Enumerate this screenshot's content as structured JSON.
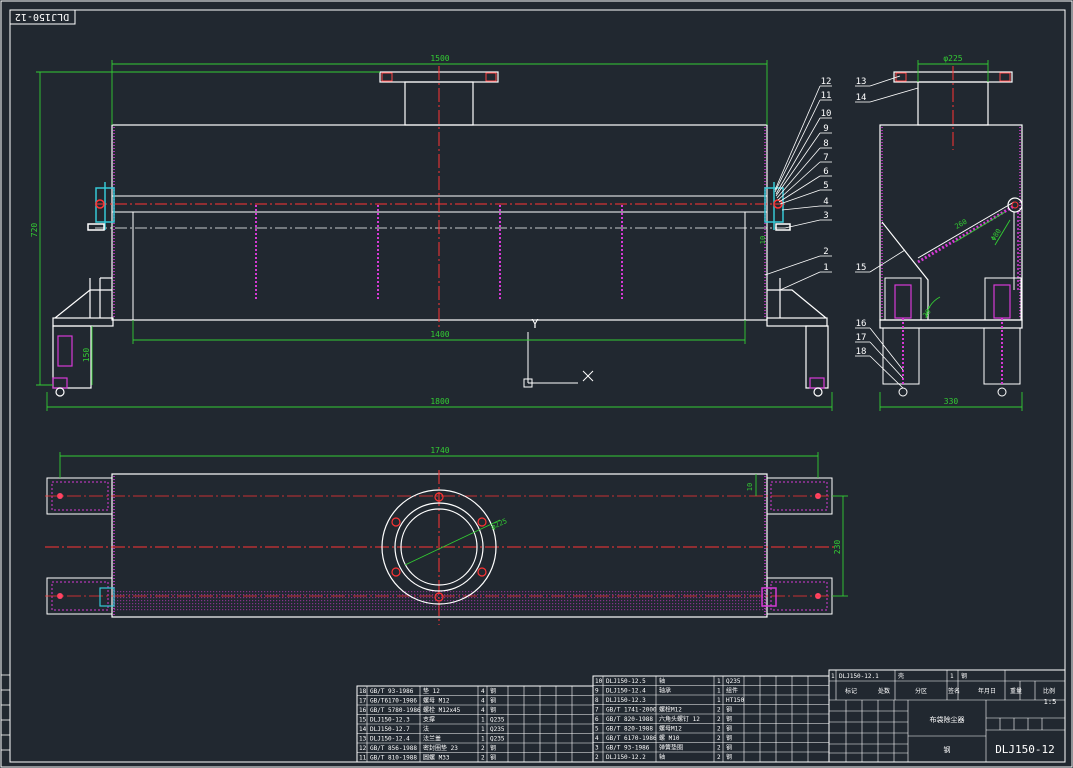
{
  "drawing": {
    "number": "DLJ150-12",
    "number_rotated": "DLJ150-12",
    "scale": "1:5"
  },
  "front_view": {
    "dim_overall_length": "1500",
    "dim_height": "720",
    "dim_inner_length": "1400",
    "dim_base_length": "1800",
    "dim_leg_height": "150",
    "dim_small": "10",
    "axis_y": "Y",
    "axis_x": "X",
    "balloons": [
      "12",
      "11",
      "10",
      "9",
      "8",
      "7",
      "6",
      "5",
      "4",
      "3",
      "2",
      "1"
    ]
  },
  "side_view": {
    "dim_flange": "φ225",
    "dim_width": "330",
    "dim_rod": "260",
    "dim_rod2": "Φ80",
    "dim_angle": "30°",
    "balloons_left": [
      "13",
      "14",
      "15",
      "16",
      "17",
      "18"
    ]
  },
  "top_view": {
    "dim_length": "1740",
    "dim_flange": "φ225",
    "dim_width": "230",
    "dim_small": "10"
  },
  "bom_left": [
    [
      "18",
      "GB/T 93-1986",
      "垫 12",
      "4",
      "钢"
    ],
    [
      "17",
      "GB/T6170-1986",
      "螺母 M12",
      "4",
      "钢"
    ],
    [
      "16",
      "GB/T 5780-1986",
      "螺栓 M12x45",
      "4",
      "钢"
    ],
    [
      "15",
      "DLJ150-12.3",
      "支撑",
      "1",
      "Q235"
    ],
    [
      "14",
      "DLJ150-12.7",
      "法",
      "1",
      "Q235"
    ],
    [
      "13",
      "DLJ150-12.4",
      "法兰盖",
      "1",
      "Q235"
    ],
    [
      "12",
      "GB/T 856-1988",
      "密封圈垫 23",
      "2",
      "钢"
    ],
    [
      "11",
      "GB/T 810-1988",
      "圆螺 M33",
      "2",
      "钢"
    ]
  ],
  "bom_mid": [
    [
      "10",
      "DLJ150-12.5",
      "轴",
      "1",
      "Q235"
    ],
    [
      "9",
      "DLJ150-12.4",
      "轴承",
      "1",
      "组件"
    ],
    [
      "8",
      "DLJ150-12.3",
      "",
      "1",
      "HT150"
    ],
    [
      "7",
      "GB/T 1741-2000",
      "螺栓M12",
      "2",
      "钢"
    ],
    [
      "6",
      "GB/T 820-1988",
      "六角头螺钉 12",
      "2",
      "钢"
    ],
    [
      "5",
      "GB/T 820-1988",
      "螺母M12",
      "2",
      "钢"
    ],
    [
      "4",
      "GB/T 6170-1986",
      "螺 M10",
      "2",
      "钢"
    ],
    [
      "3",
      "GB/T 93-1986",
      "弹簧垫圈",
      "2",
      "钢"
    ],
    [
      "2",
      "DLJ150-12.2",
      "轴",
      "2",
      "钢"
    ]
  ],
  "title_block": {
    "row1": [
      "1",
      "DLJ150-12.1",
      "壳",
      "1",
      "钢"
    ],
    "part_name": "布袋除尘器",
    "col_labels": [
      "标记",
      "处数",
      "分区",
      "签名",
      "年月日"
    ],
    "material_label": "钢",
    "scale_label": "比例",
    "weight_label": "重量"
  }
}
